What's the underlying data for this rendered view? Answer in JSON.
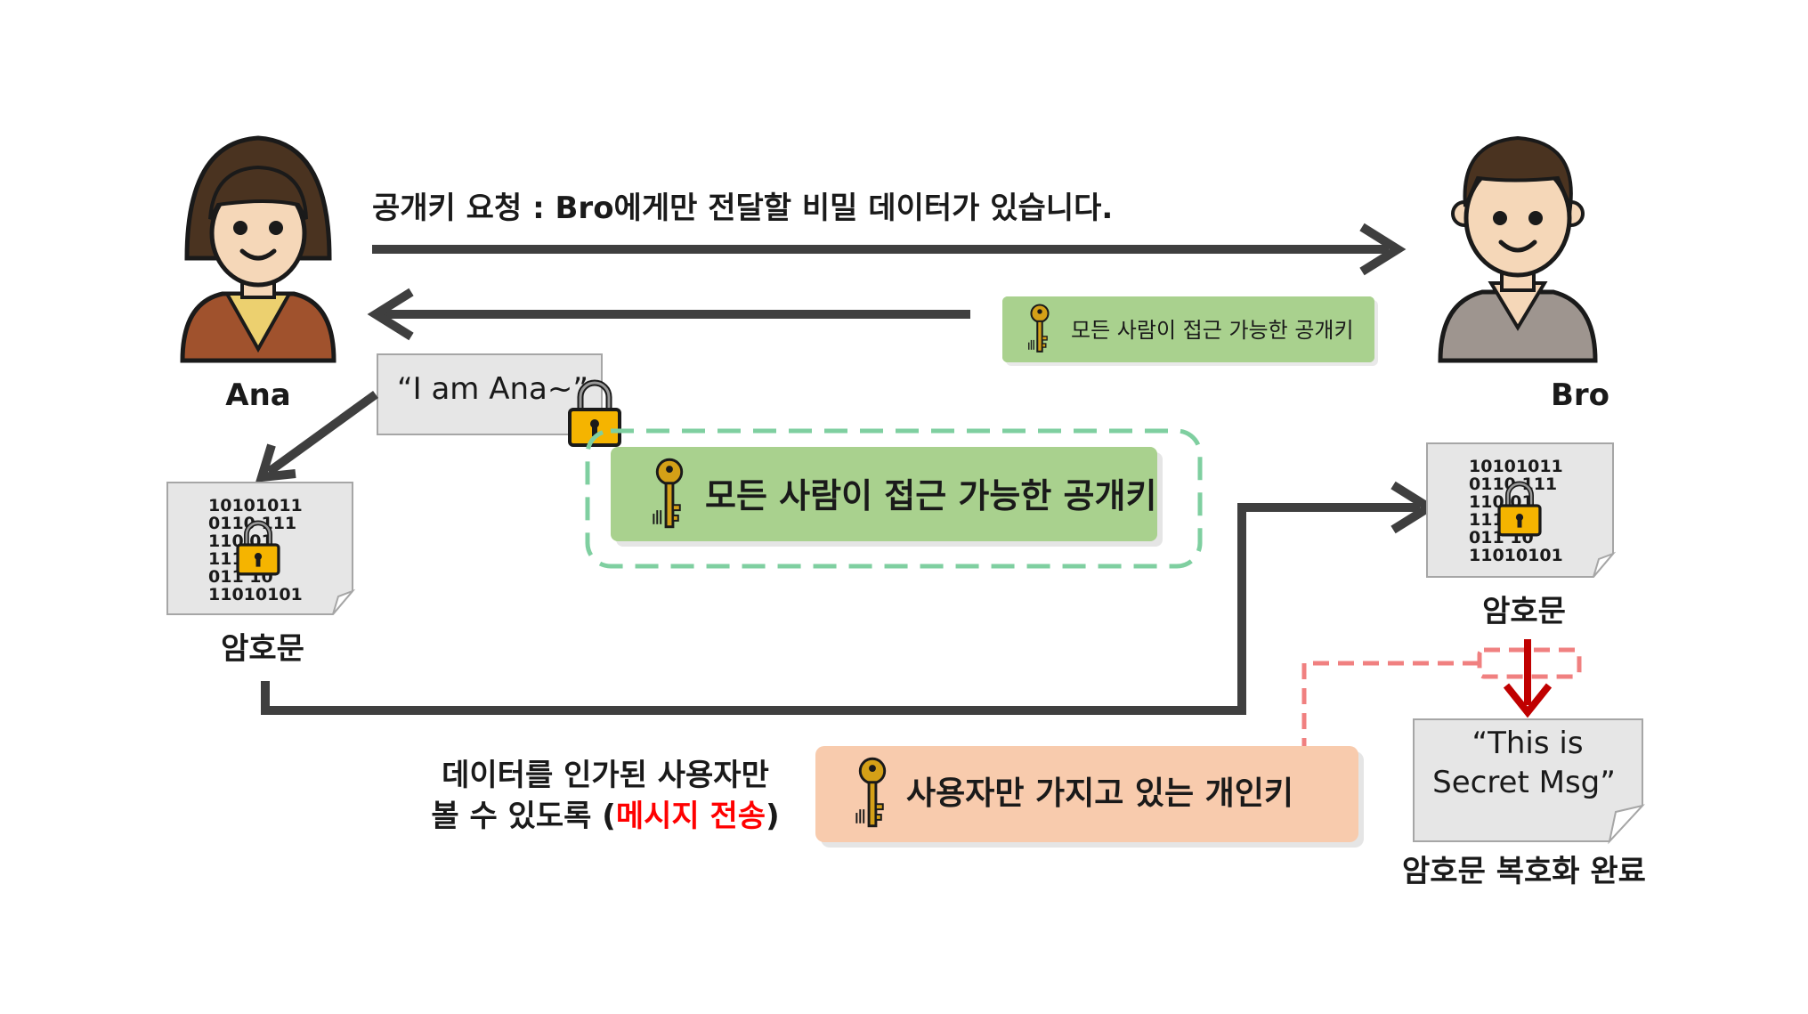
{
  "actors": {
    "ana": {
      "name": "Ana"
    },
    "bro": {
      "name": "Bro"
    }
  },
  "messages": {
    "request": "공개키 요청 : Bro에게만 전달할 비밀 데이터가 있습니다.",
    "public_key_small": "모든 사람이 접근 가능한 공개키",
    "plaintext": "“I am Ana~”",
    "public_key_large": "모든 사람이 접근 가능한 공개키",
    "ciphertext_left": "암호문",
    "ciphertext_right": "암호문",
    "private_key": "사용자만 가지고 있는 개인키",
    "note_line1": "데이터를 인가된 사용자만",
    "note_line2_prefix": "볼 수 있도록 (",
    "note_line2_highlight": "메시지 전송",
    "note_line2_suffix": ")",
    "decrypted_line1": "“This is",
    "decrypted_line2": "Secret Msg”",
    "decrypt_complete": "암호문 복호화 완료",
    "cipher_bits_rows": [
      "10101011",
      "0110  111",
      "110    01",
      "111    1",
      "011    10",
      "11010101"
    ]
  },
  "colors": {
    "arrow": "#3f3f3f",
    "public_key_box": "#a9d18e",
    "private_key_box": "#f8cbad",
    "dashed_green": "#7fcfa0",
    "dashed_red": "#f08080",
    "decrypt_arrow": "#c00000",
    "highlight_text": "#ff0000",
    "key_gold": "#d4a017",
    "lock_body": "#f5b400",
    "paper": "#e6e6e6"
  }
}
